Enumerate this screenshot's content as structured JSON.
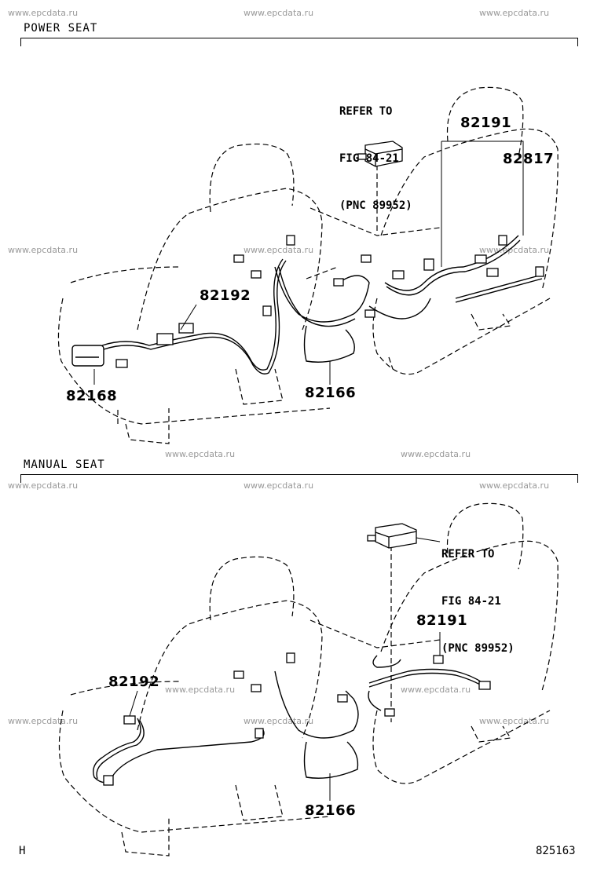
{
  "watermark": "www.epcdata.ru",
  "sections": {
    "power": {
      "title": "POWER SEAT",
      "refer": [
        "REFER TO",
        "FIG 84-21",
        "(PNC 89952)"
      ],
      "parts": [
        "82191",
        "82817",
        "82192",
        "82168",
        "82166"
      ]
    },
    "manual": {
      "title": "MANUAL SEAT",
      "refer": [
        "REFER TO",
        "FIG 84-21",
        "(PNC 89952)"
      ],
      "parts": [
        "82191",
        "82192",
        "82166"
      ]
    }
  },
  "footer": {
    "left": "H",
    "right": "825163"
  }
}
